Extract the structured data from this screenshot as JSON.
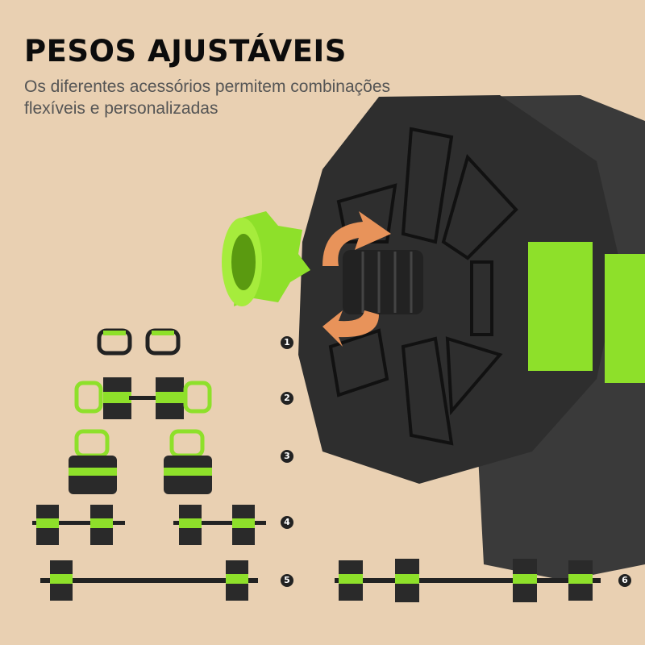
{
  "header": {
    "title": "PESOS AJUSTÁVEIS",
    "subtitle_line1": "Os diferentes acessórios permitem combinações",
    "subtitle_line2": "flexíveis e personalizadas"
  },
  "configurations": [
    {
      "number": "1"
    },
    {
      "number": "2"
    },
    {
      "number": "3"
    },
    {
      "number": "4"
    },
    {
      "number": "5"
    },
    {
      "number": "6"
    }
  ],
  "colors": {
    "background": "#e9d0b2",
    "plate": "#2a2a2a",
    "accent_green": "#8ee02a",
    "arrow_orange": "#e8935a"
  }
}
